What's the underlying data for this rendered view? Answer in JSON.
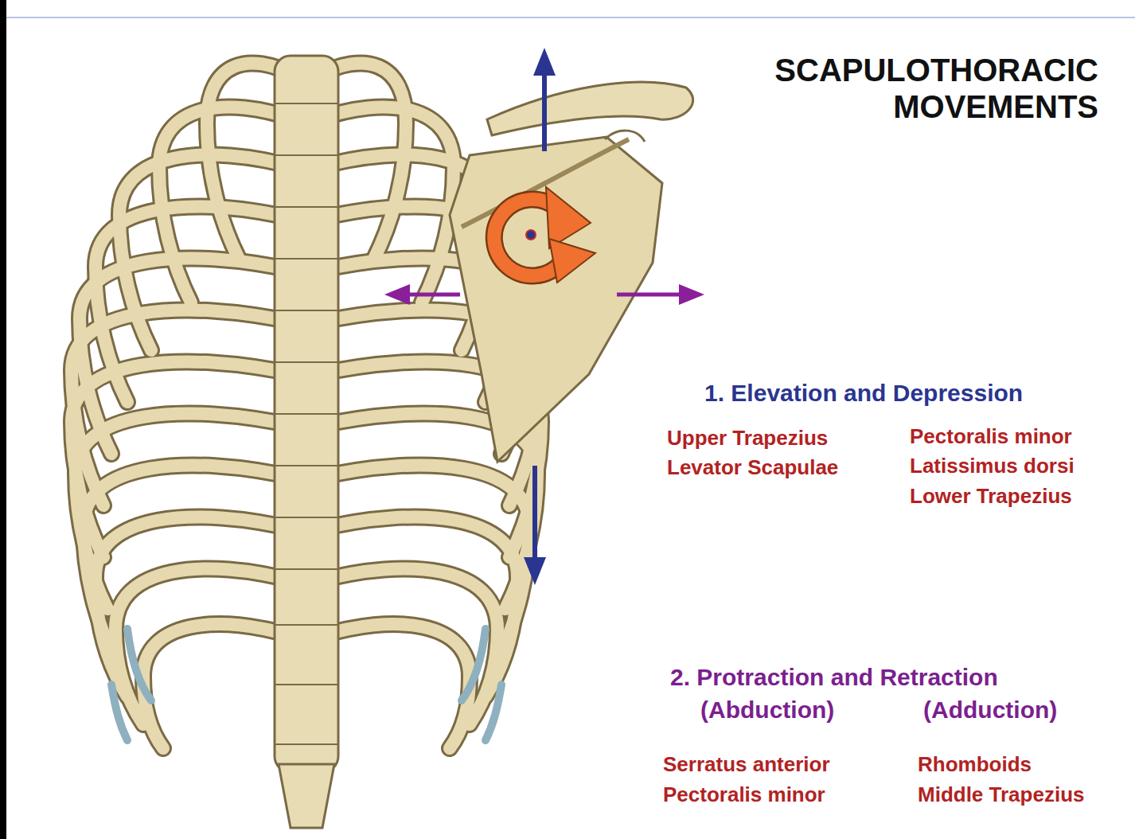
{
  "diagram": {
    "title": "SCAPULOTHORACIC MOVEMENTS",
    "labels": [
      "1. Elevation and Depression",
      "Upper Trapezius",
      "Levator Scapulae",
      "Pectoralis minor",
      "Latissimus dorsi",
      "Lower Trapezius",
      "2. Protraction and Retraction",
      "(Abduction)",
      "(Adduction)",
      "Serratus anterior",
      "Pectoralis minor",
      "Rhomboids",
      "Middle Trapezius"
    ]
  }
}
